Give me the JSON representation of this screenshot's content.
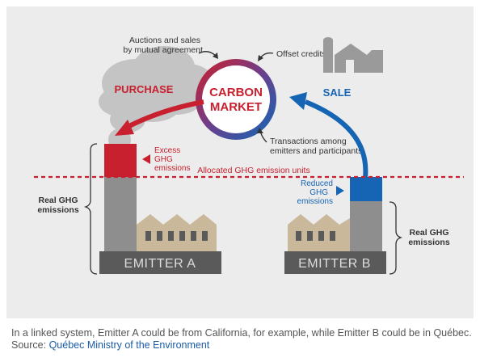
{
  "diagram": {
    "market": {
      "line1": "CARBON",
      "line2": "MARKET"
    },
    "labels": {
      "auctions_line1": "Auctions and sales",
      "auctions_line2": "by mutual agreement",
      "offset_credits": "Offset credits",
      "transactions_line1": "Transactions among",
      "transactions_line2": "emitters and participants",
      "purchase": "PURCHASE",
      "sale": "SALE",
      "allocated_units": "Allocated GHG emission units",
      "excess_line1": "Excess",
      "excess_line2": "GHG",
      "excess_line3": "emissions",
      "reduced_line1": "Reduced",
      "reduced_line2": "GHG",
      "reduced_line3": "emissions",
      "real_left_line1": "Real GHG",
      "real_left_line2": "emissions",
      "real_right_line1": "Real GHG",
      "real_right_line2": "emissions"
    },
    "emitter_a": "EMITTER A",
    "emitter_b": "EMITTER B",
    "colors": {
      "red": "#c8202f",
      "blue": "#1565b4",
      "dark_gray": "#5a5a5a",
      "stack_gray": "#8e8e8e",
      "factory_tan": "#c9b99a",
      "cloud_gray": "#c4c4c4",
      "text_dark": "#333333"
    }
  },
  "caption": {
    "text": "In a linked system, Emitter A could be from California, for example, while Emitter B could be in Québec.",
    "source_label": "Source: ",
    "source_link": "Québec Ministry of the Environment"
  }
}
